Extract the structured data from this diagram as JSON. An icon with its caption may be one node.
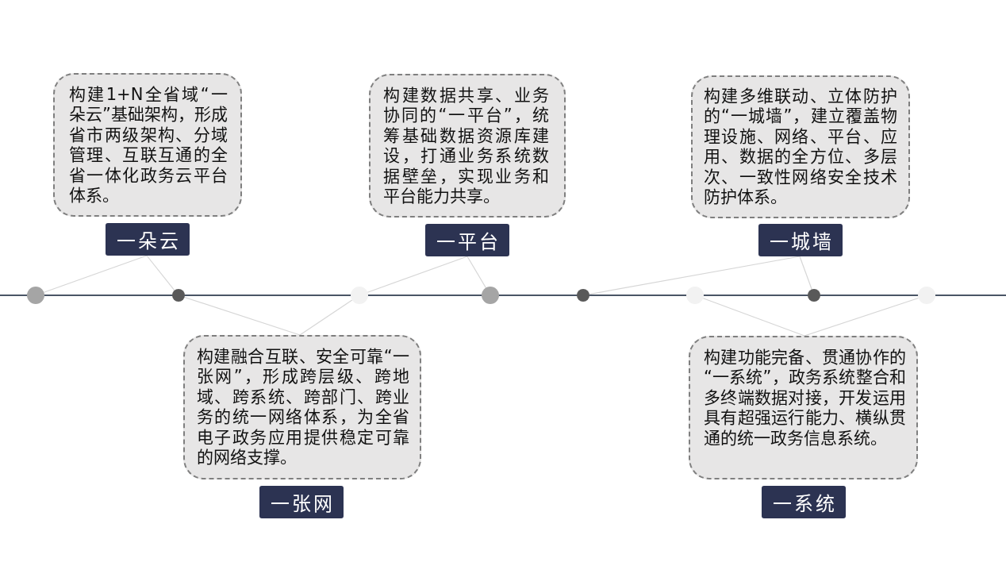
{
  "diagram": {
    "nodes": [
      {
        "text": [
          "构建1+N全省域“一朵云”基础架构，形成省市两级架构、分域管理、互联互通的全省一体化政务云平台体系。"
        ]
      },
      {
        "text": [
          "一朵云"
        ]
      },
      {
        "text": [
          "构建数据共享、业务协同的“一平台”，统筹基础数据资源库建设，打通业务系统数据壁垒，实现业务和平台能力共享。"
        ]
      },
      {
        "text": [
          "一平台"
        ]
      },
      {
        "text": [
          "构建多维联动、立体防护的“一城墙”，建立覆盖物理设施、网络、平台、应用、数据的全方位、多层次、一致性网络安全技术防护体系。"
        ]
      },
      {
        "text": [
          "一城墙"
        ]
      },
      {
        "text": [],
        "shape": "circle"
      },
      {
        "text": [],
        "shape": "circle"
      },
      {
        "text": [],
        "shape": "circle"
      },
      {
        "text": [],
        "shape": "circle"
      },
      {
        "text": [],
        "shape": "circle"
      },
      {
        "text": [],
        "shape": "circle"
      },
      {
        "text": [],
        "shape": "circle"
      },
      {
        "text": [],
        "shape": "circle"
      },
      {
        "text": [
          "构建融合互联、安全可靠“一张网”，形成跨层级、跨地域、跨系统、跨部门、跨业务的统一网络体系，为全省电子政务应用提供稳定可靠的网络支撑。"
        ]
      },
      {
        "text": [
          "一张网"
        ]
      },
      {
        "text": [
          "构建功能完备、贯通协作的“一系统”，政务系统整合和多终端数据对接，开发运用具有超强运行能力、横纵贯通的统一政务信息系统。"
        ]
      },
      {
        "text": [
          "一系统"
        ]
      }
    ],
    "edges": [
      {
        "from": 1,
        "to": 6,
        "arrow": "none"
      },
      {
        "from": 1,
        "to": 7,
        "arrow": "none"
      },
      {
        "from": 7,
        "to": 14,
        "arrow": "none"
      },
      {
        "from": 8,
        "to": 14,
        "arrow": "none"
      },
      {
        "from": 3,
        "to": 8,
        "arrow": "none"
      },
      {
        "from": 3,
        "to": 9,
        "arrow": "none"
      },
      {
        "from": 5,
        "to": 10,
        "arrow": "none"
      },
      {
        "from": 5,
        "to": 12,
        "arrow": "none"
      },
      {
        "from": 11,
        "to": 16,
        "arrow": "none"
      },
      {
        "from": 13,
        "to": 16,
        "arrow": "none"
      }
    ]
  }
}
